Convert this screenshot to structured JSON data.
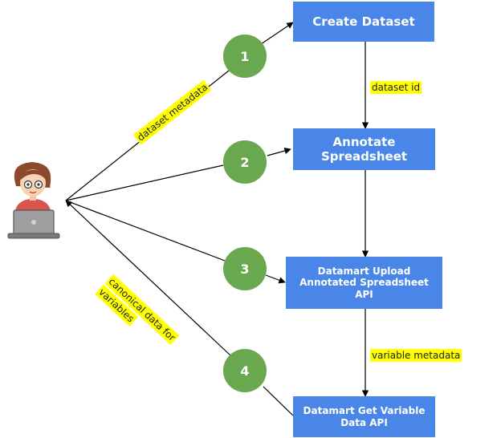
{
  "boxes": {
    "create_dataset": "Create Dataset",
    "annotate_line1": "Annotate",
    "annotate_line2": "Spreadsheet",
    "upload_line1": "Datamart Upload",
    "upload_line2": "Annotated Spreadsheet",
    "upload_line3": "API",
    "get_line1": "Datamart Get Variable",
    "get_line2": "Data API"
  },
  "steps": [
    "1",
    "2",
    "3",
    "4"
  ],
  "labels": {
    "dataset_id": "dataset id",
    "variable_metadata": "variable metadata",
    "dataset_metadata": "dataset metadata",
    "canonical_line1": "canonical data for",
    "canonical_line2": "variables"
  },
  "user_icon": "user-at-laptop-icon",
  "colors": {
    "box": "#4a86e8",
    "step_circle": "#6aa84f",
    "highlight": "#ffff00",
    "arrow": "#000000"
  }
}
